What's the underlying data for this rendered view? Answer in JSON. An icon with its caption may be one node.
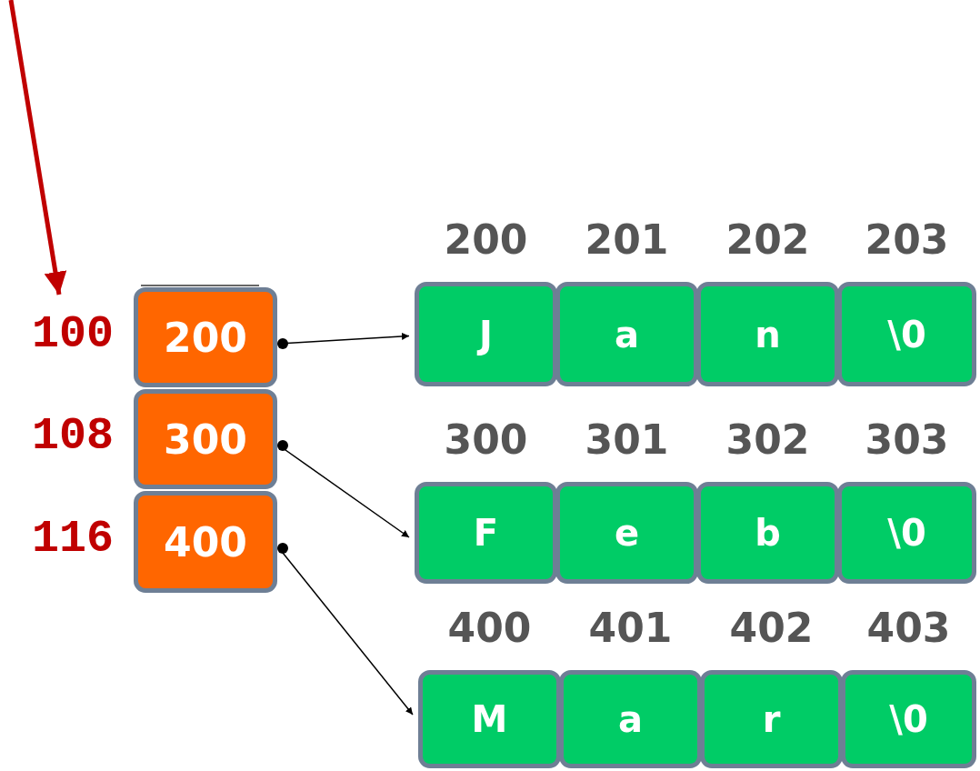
{
  "diagram": {
    "nodes": [
      {
        "text": [
          "200"
        ],
        "beside": [
          "100"
        ]
      },
      {
        "text": [
          "300"
        ],
        "beside": [
          "108"
        ]
      },
      {
        "text": [
          "400"
        ],
        "beside": [
          "116"
        ]
      },
      {
        "text": [
          "J"
        ],
        "beside": [
          "200"
        ]
      },
      {
        "text": [
          "a"
        ],
        "beside": [
          "201"
        ]
      },
      {
        "text": [
          "n"
        ],
        "beside": [
          "202"
        ]
      },
      {
        "text": [
          "\\0"
        ],
        "beside": [
          "203"
        ]
      },
      {
        "text": [
          "F"
        ],
        "beside": [
          "300"
        ]
      },
      {
        "text": [
          "e"
        ],
        "beside": [
          "301"
        ]
      },
      {
        "text": [
          "b"
        ],
        "beside": [
          "302"
        ]
      },
      {
        "text": [
          "\\0"
        ],
        "beside": [
          "303"
        ]
      },
      {
        "text": [
          "M"
        ],
        "beside": [
          "400"
        ]
      },
      {
        "text": [
          "a"
        ],
        "beside": [
          "401"
        ]
      },
      {
        "text": [
          "r"
        ],
        "beside": [
          "402"
        ]
      },
      {
        "text": [
          "\\0"
        ],
        "beside": [
          "403"
        ]
      }
    ],
    "edges": [
      {
        "from": null,
        "to": 0,
        "arrow": "to",
        "style": "thick",
        "color": "#c00000"
      },
      {
        "from": 0,
        "to": 3,
        "arrow": "to"
      },
      {
        "from": 1,
        "to": 7,
        "arrow": "to"
      },
      {
        "from": 2,
        "to": 11,
        "arrow": "to"
      }
    ]
  }
}
